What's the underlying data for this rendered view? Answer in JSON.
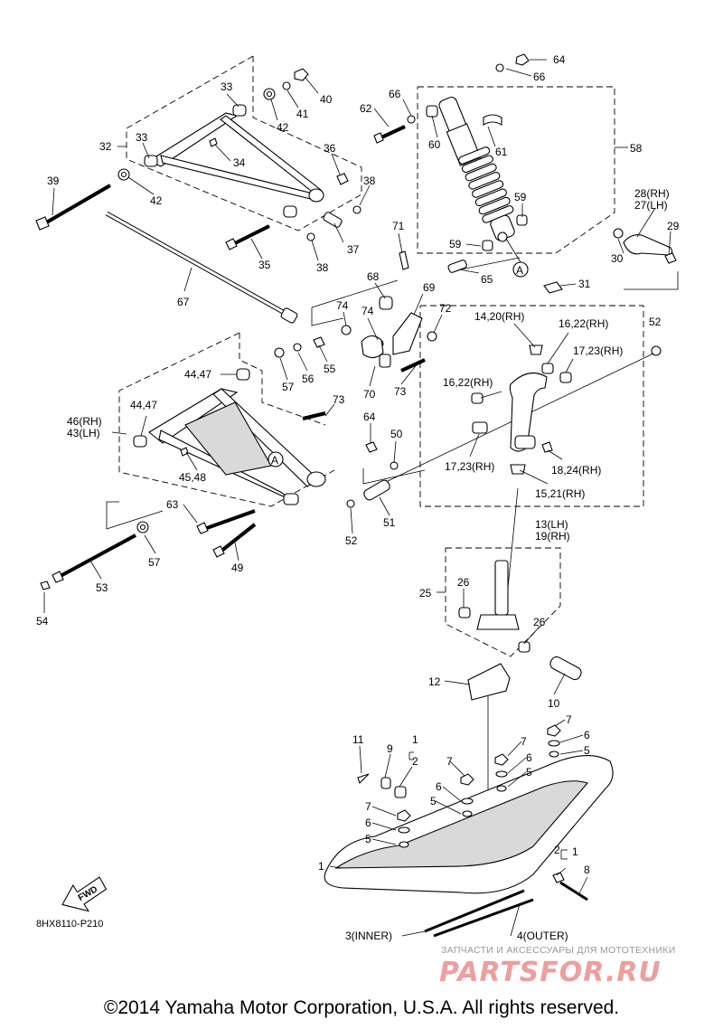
{
  "copyright": "©2014 Yamaha Motor Corporation, U.S.A. All rights reserved.",
  "diagram_code": "8HX8110-P210",
  "fwd_label": "FWD",
  "watermark": {
    "subtitle": "ЗАПЧАСТИ И АКСЕССУАРЫ ДЛЯ МОТОТЕХНИКИ",
    "logo": "PARTSFOR.RU"
  },
  "labels": {
    "p64a": "64",
    "p66a": "66",
    "p66b": "66",
    "p62": "62",
    "p60": "60",
    "p61": "61",
    "p58": "58",
    "p59a": "59",
    "p59b": "59",
    "p65": "65",
    "refA1": "A",
    "p28_27": "28(RH)\n27(LH)",
    "p29": "29",
    "p30": "30",
    "p31": "31",
    "p33a": "33",
    "p33b": "33",
    "p32": "32",
    "p34": "34",
    "p36": "36",
    "p38a": "38",
    "p38b": "38",
    "p37": "37",
    "p35": "35",
    "p39": "39",
    "p42a": "42",
    "p42b": "42",
    "p41": "41",
    "p40": "40",
    "p67": "67",
    "p71": "71",
    "p68": "68",
    "p69": "69",
    "p72": "72",
    "p74a": "74",
    "p74b": "74",
    "p70": "70",
    "p73a": "73",
    "p73b": "73",
    "p55": "55",
    "p56": "56",
    "p57a": "57",
    "p57b": "57",
    "p44_47a": "44,47",
    "p44_47b": "44,47",
    "p46_43": "46(RH)\n43(LH)",
    "p45_48": "45,48",
    "refA2": "A",
    "p64b": "64",
    "p50": "50",
    "p51": "51",
    "p52a": "52",
    "p52b": "52",
    "p63": "63",
    "p49": "49",
    "p53": "53",
    "p54": "54",
    "p14_20": "14,20(RH)",
    "p16_22a": "16,22(RH)",
    "p17_23a": "17,23(RH)",
    "p16_22b": "16,22(RH)",
    "p17_23b": "17,23(RH)",
    "p18_24": "18,24(RH)",
    "p15_21": "15,21(RH)",
    "p13_19": "13(LH)\n19(RH)",
    "p25": "25",
    "p26a": "26",
    "p26b": "26",
    "p12": "12",
    "p10": "10",
    "p11": "11",
    "p9": "9",
    "p1a": "1",
    "p2a": "2",
    "p7a": "7",
    "p6a": "6",
    "p5a": "5",
    "p7b": "7",
    "p6b": "6",
    "p5b": "5",
    "p7c": "7",
    "p6c": "6",
    "p5c": "5",
    "p7d": "7",
    "p6d": "6",
    "p5d": "5",
    "p1b": "1",
    "p2b": "2",
    "p1c": "1",
    "p8": "8",
    "p3": "3(INNER)",
    "p4": "4(OUTER)"
  }
}
